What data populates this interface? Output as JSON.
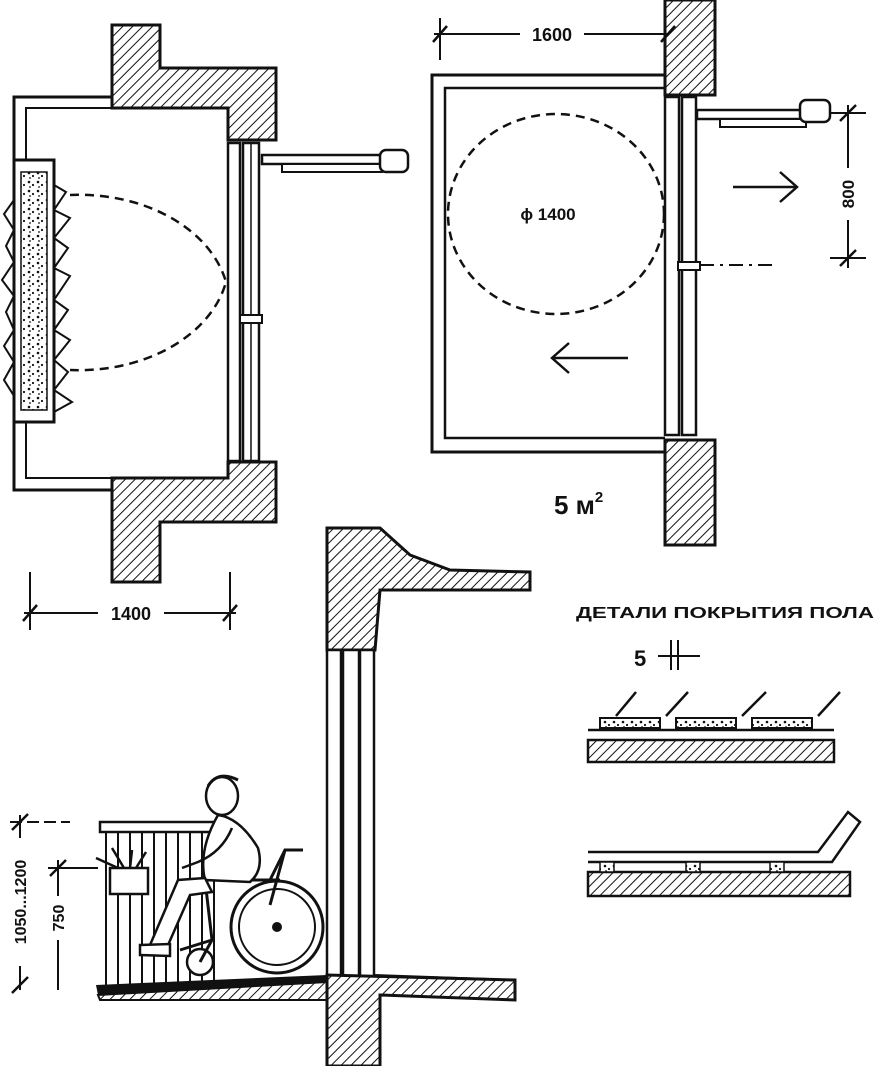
{
  "plan_left": {
    "width_dim": "1400"
  },
  "plan_right": {
    "width_dim": "1600",
    "circle_label": "ϕ 1400",
    "door_dim": "800",
    "area_value": "5 м",
    "area_exp": "2"
  },
  "section": {
    "height_rail": "1050...1200",
    "height_box": "750"
  },
  "floor_details": {
    "title": "ДЕТАЛИ ПОКРЫТИЯ ПОЛА",
    "gap_dim": "5"
  },
  "colors": {
    "ink": "#111111",
    "paper": "#ffffff"
  }
}
